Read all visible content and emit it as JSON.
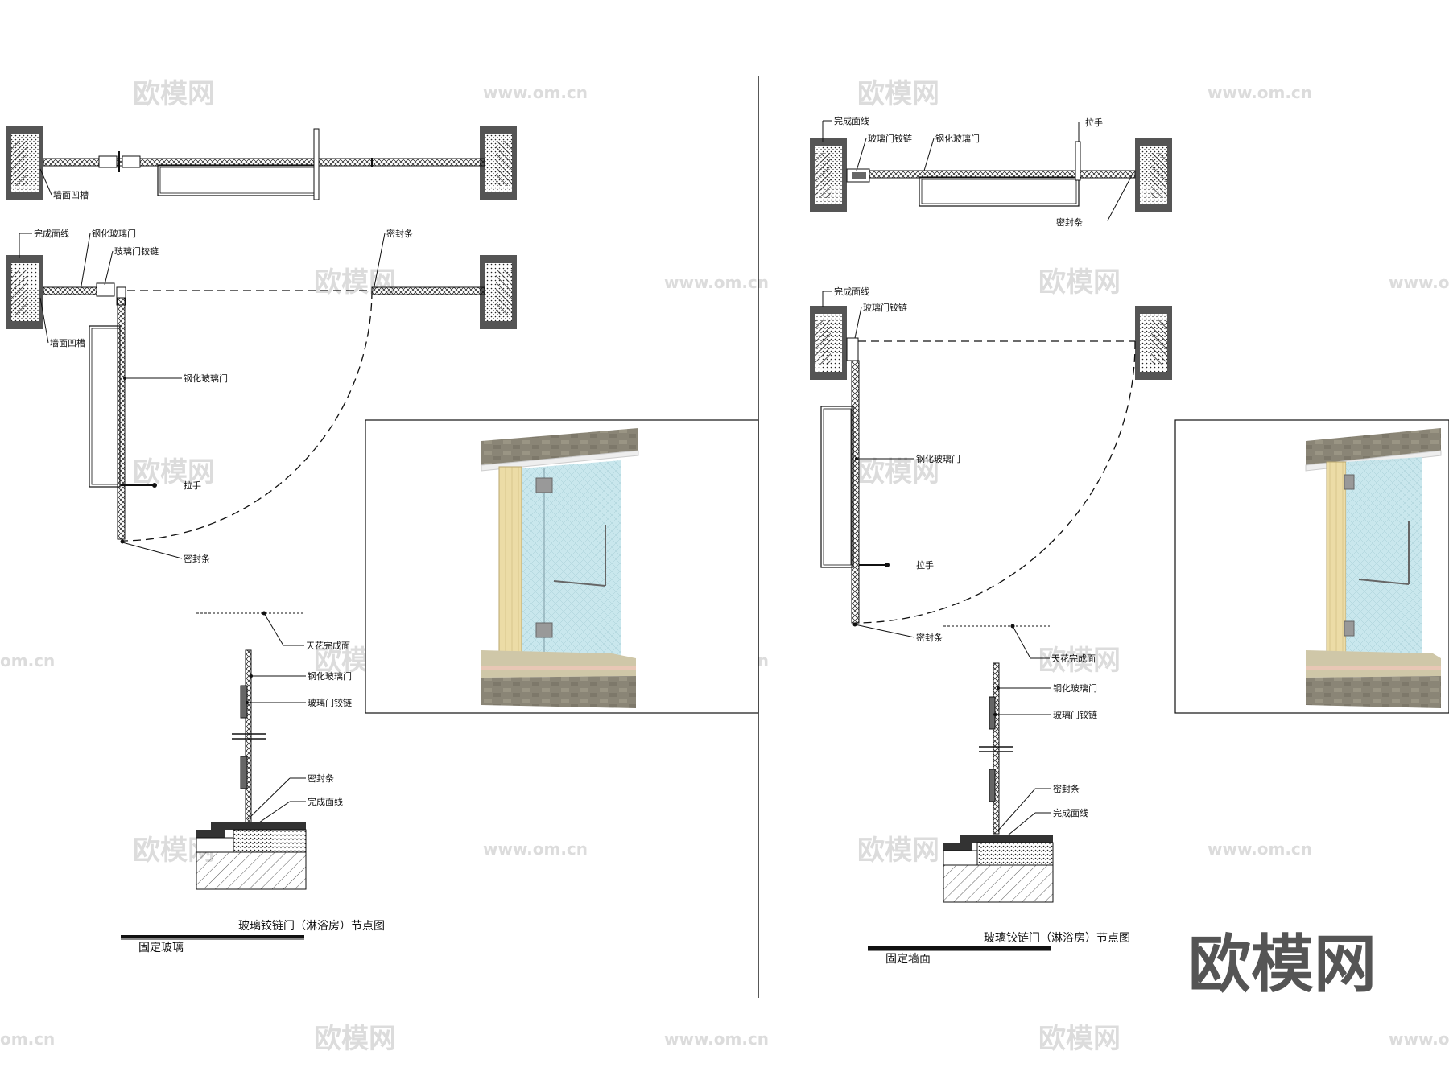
{
  "watermark": {
    "brand": "欧模网",
    "url": "www.om.cn",
    "url_partial": "om.cn",
    "big": "欧模网"
  },
  "left": {
    "plan1": {
      "recess": "墙面凹槽"
    },
    "plan2": {
      "finish": "完成面线",
      "glass": "钢化玻璃门",
      "hinge": "玻璃门铰链",
      "seal": "密封条",
      "recess": "墙面凹槽",
      "glass_door": "钢化玻璃门",
      "handle": "拉手",
      "seal2": "密封条"
    },
    "section": {
      "ceiling": "天花完成面",
      "glass": "钢化玻璃门",
      "hinge": "玻璃门铰链",
      "seal": "密封条",
      "finish": "完成面线"
    },
    "title": "玻璃铰链门（淋浴房）节点图",
    "subtitle": "固定玻璃"
  },
  "right": {
    "plan1": {
      "finish": "完成面线",
      "hinge": "玻璃门铰链",
      "glass": "钢化玻璃门",
      "handle": "拉手",
      "seal": "密封条"
    },
    "plan2": {
      "finish": "完成面线",
      "hinge": "玻璃门铰链",
      "glass": "钢化玻璃门",
      "handle": "拉手",
      "seal": "密封条"
    },
    "section": {
      "ceiling": "天花完成面",
      "glass": "钢化玻璃门",
      "hinge": "玻璃门铰链",
      "seal": "密封条",
      "finish": "完成面线"
    },
    "title": "玻璃铰链门（淋浴房）节点图",
    "subtitle": "固定墙面"
  },
  "colors": {
    "glass": "#bfe3ea",
    "timber": "#ecdca6",
    "stone": "#8a8576",
    "line": "#111111"
  }
}
